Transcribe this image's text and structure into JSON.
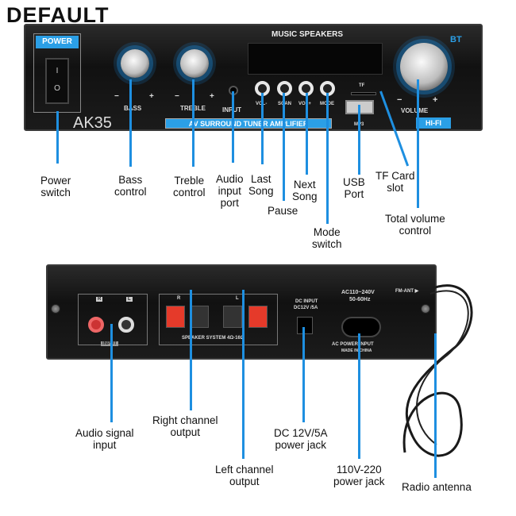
{
  "watermark": "DEFAULT",
  "front": {
    "power": "POWER",
    "switch_on": "I",
    "switch_off": "O",
    "title": "MUSIC SPEAKERS",
    "bt": "BT",
    "bass": "BASS",
    "treble": "TREBLE",
    "input": "INPUT",
    "minus": "−",
    "plus": "+",
    "buttons": [
      "VOL-",
      "SCAN",
      "VOL+",
      "MODE"
    ],
    "tf": "TF",
    "mp3": "MP3",
    "volume": "VOLUME",
    "hifi": "HI-FI",
    "model": "AK35",
    "banner": "AV SURROUND TUNER AMPLIFIER"
  },
  "rear": {
    "r": "R",
    "l": "L",
    "input": "INPUT",
    "speaker_system": "SPEAKER SYSTEM 4Ω-16Ω",
    "dc_input": "DC INPUT",
    "dc_rating": "DC12V /5A",
    "ac_rating": "AC110~240V",
    "ac_freq": "50-60Hz",
    "ac_input": "AC POWER INPUT",
    "made": "MADE IN CHINA",
    "fm": "FM-ANT ▶"
  },
  "callouts": {
    "power": "Power\nswitch",
    "bass": "Bass\ncontrol",
    "treble": "Treble\ncontrol",
    "audio_in": "Audio\ninput\nport",
    "last": "Last\nSong",
    "pause": "Pause",
    "next": "Next\nSong",
    "mode": "Mode\nswitch",
    "usb": "USB\nPort",
    "tf": "TF Card\nslot",
    "volume": "Total volume\ncontrol",
    "signal": "Audio signal\ninput",
    "right": "Right channel\noutput",
    "left": "Left channel\noutput",
    "dc": "DC 12V/5A\npower jack",
    "ac": "110V-220\npower jack",
    "antenna": "Radio antenna"
  },
  "colors": {
    "accent": "#1e8fe0"
  }
}
